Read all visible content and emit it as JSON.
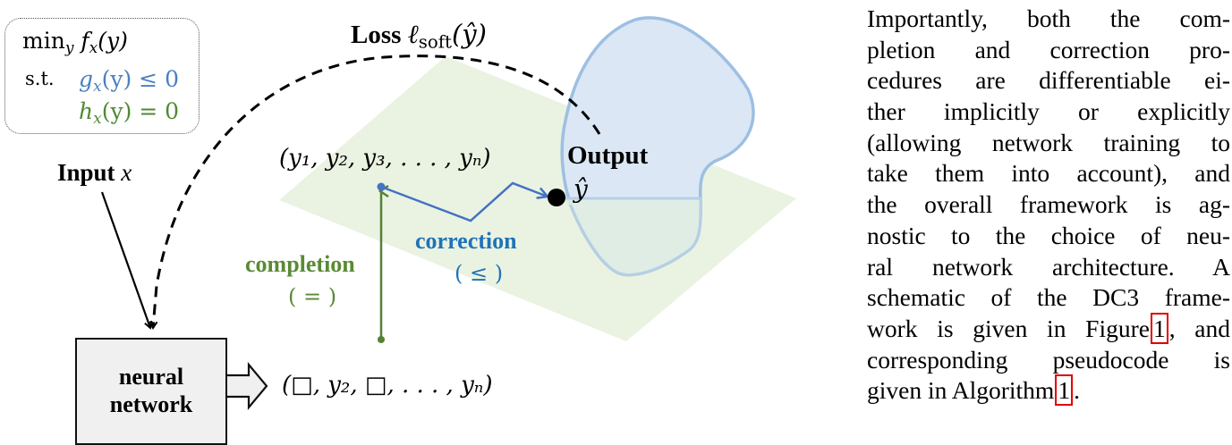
{
  "figure": {
    "problem_box": {
      "objective_prefix": "min",
      "objective_sub": "y",
      "objective": "f",
      "objective_sub_x": "x",
      "objective_arg": "(y)",
      "st_label": "s.t.",
      "ineq_fn": "g",
      "ineq_sub": "x",
      "ineq_rest": "(y) ≤ 0",
      "eq_fn": "h",
      "eq_sub": "x",
      "eq_rest": "(y) = 0"
    },
    "loss_label": {
      "word": "Loss",
      "symbol": "ℓ",
      "sub": "soft",
      "arg": "(ŷ)"
    },
    "input_label": {
      "word": "Input",
      "var": "x"
    },
    "neural_network": {
      "line1": "neural",
      "line2": "network"
    },
    "partial_vector": "(□, y₂, □, . . . , yₙ)",
    "full_vector": "(y₁, y₂, y₃, . . . , yₙ)",
    "completion": {
      "label": "completion",
      "symbol": "( = )"
    },
    "correction": {
      "label": "correction",
      "symbol": "( ≤ )"
    },
    "output": {
      "label": "Output",
      "symbol": "ŷ"
    },
    "colors": {
      "plane_fill": "#eaf3e2",
      "region_fill": "#dbe7f5",
      "region_stroke": "#9dbfe3",
      "correction_arrow": "#4472c4",
      "completion_arrow": "#548235",
      "ineq_text": "#4a80bf",
      "eq_text": "#4f8a33",
      "correction_text": "#1f73b7",
      "completion_text": "#5a8a34",
      "ref_box": "#e00000"
    }
  },
  "body_text": {
    "lines": [
      "Importantly,  both  the  com-",
      "pletion  and  correction  pro-",
      "cedures are differentiable ei-",
      "ther  implicitly  or  explicitly",
      "(allowing network training to",
      "take them into account), and",
      "the overall framework is ag-",
      "nostic to the choice of neu-",
      "ral network architecture.  A",
      "schematic of the DC3 frame-"
    ],
    "line_figure_pre": "work is given in Figure",
    "figure_ref": "1",
    "line_figure_post": ", and",
    "line_pseudo": "corresponding pseudocode is",
    "line_alg_pre": "given in Algorithm",
    "algorithm_ref": "1",
    "line_alg_post": "."
  }
}
